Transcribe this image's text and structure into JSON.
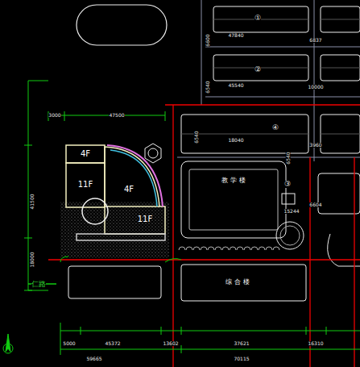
{
  "diagram": {
    "nodes": [
      {
        "text": [
          "4F"
        ]
      },
      {
        "text": [
          "11F"
        ]
      },
      {
        "text": [
          "4F"
        ]
      },
      {
        "text": [
          "11F"
        ]
      },
      {
        "text": [
          "教 学 楼"
        ]
      },
      {
        "text": [
          "综 合 楼"
        ]
      }
    ],
    "labels": [
      "3000",
      "47500",
      "41500",
      "18000",
      "47840",
      "6600",
      "6837",
      "45540",
      "6540",
      "10000",
      "18040",
      "6540",
      "6540",
      "3960",
      "15244",
      "6604",
      "5000",
      "45372",
      "13602",
      "37621",
      "16310",
      "59665",
      "70115",
      "仁路",
      "①",
      "②",
      "④",
      "③"
    ]
  }
}
